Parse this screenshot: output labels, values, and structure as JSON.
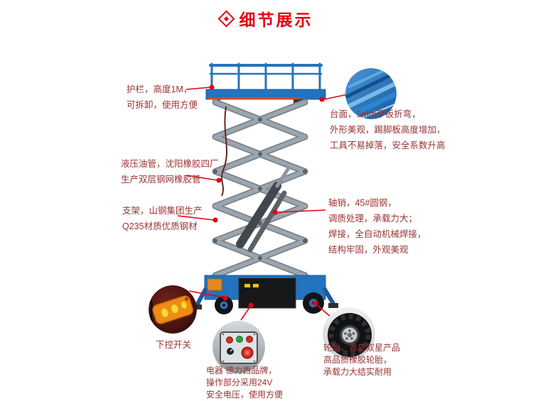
{
  "header": {
    "title": "细节展示"
  },
  "icons": {
    "header_bullet": "diamond-icon"
  },
  "colors": {
    "accent_red": "#e60012",
    "label_text": "#993333",
    "machine_blue": "#2373be",
    "machine_blue_dark": "#1b5b99",
    "scissor_gray": "#9ba5ad"
  },
  "callouts": {
    "guardrail": {
      "text": "护栏，高度1M，\n可拆卸，使用方便"
    },
    "platform": {
      "text": "台面，5mm平板折弯，\n外形美观，踢脚板高度增加，\n工具不易掉落，安全系数升高"
    },
    "hose": {
      "text": "液压油管，沈阳橡胶四厂\n生产双层钢网橡胶管"
    },
    "frame": {
      "text": "支架，山钢集团生产\nQ235材质优质钢材"
    },
    "pin": {
      "text": "轴销，45#圆钢，\n调质处理，承载力大；\n焊接，全自动机械焊接，\n结构牢固，外观美观"
    },
    "remote": {
      "text": "下控开关"
    },
    "electric": {
      "text": "电器 德力西品牌，\n操作部分采用24V\n安全电压，使用方便"
    },
    "tire": {
      "text": "轮胎，青岛双星产品\n高品质橡胶轮胎，\n承载力大结实耐用"
    }
  }
}
